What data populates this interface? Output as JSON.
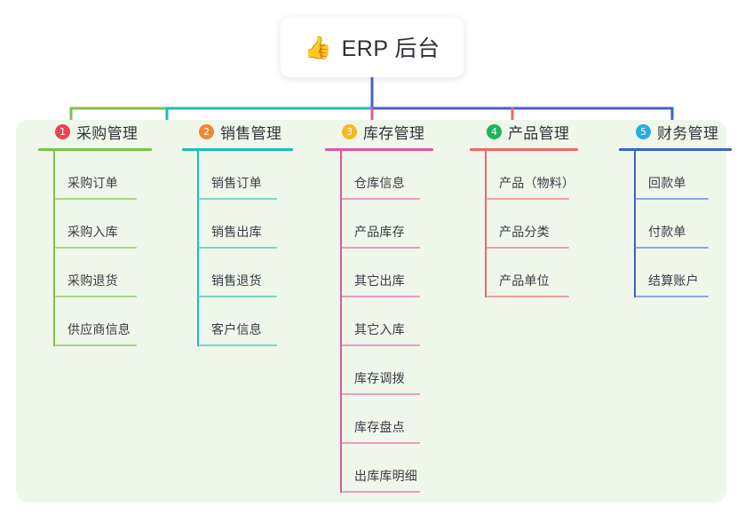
{
  "diagram": {
    "type": "org-tree",
    "root": {
      "icon": "thumbs-up-emoji",
      "icon_glyph": "👍",
      "label": "ERP 后台"
    },
    "panel_background": "#eef7e9",
    "connector_segments": [
      {
        "name": "trunk",
        "color": "#4a5fc1"
      },
      {
        "name": "left-green",
        "color": "#7cc34a"
      },
      {
        "name": "mid-teal",
        "color": "#19bfb8"
      },
      {
        "name": "right-indigo",
        "color": "#4a5fc1"
      }
    ],
    "branches": [
      {
        "number": "1",
        "title": "采购管理",
        "badge_color": "#ec4356",
        "line_color": "#7cc34a",
        "leaf_color": "#a8d586",
        "items": [
          "采购订单",
          "采购入库",
          "采购退货",
          "供应商信息"
        ]
      },
      {
        "number": "2",
        "title": "销售管理",
        "badge_color": "#f08731",
        "line_color": "#19bfb8",
        "leaf_color": "#7ed3cd",
        "items": [
          "销售订单",
          "销售出库",
          "销售退货",
          "客户信息"
        ]
      },
      {
        "number": "3",
        "title": "库存管理",
        "badge_color": "#f5b921",
        "line_color": "#e3569f",
        "leaf_color": "#eb9bc4",
        "items": [
          "仓库信息",
          "产品库存",
          "其它出库",
          "其它入库",
          "库存调拨",
          "库存盘点",
          "出库库明细"
        ]
      },
      {
        "number": "4",
        "title": "产品管理",
        "badge_color": "#1bb55c",
        "line_color": "#f4656a",
        "leaf_color": "#f59fa2",
        "items": [
          "产品（物料）",
          "产品分类",
          "产品单位"
        ]
      },
      {
        "number": "5",
        "title": "财务管理",
        "badge_color": "#28ade0",
        "line_color": "#3b63c4",
        "leaf_color": "#8fa8e0",
        "items": [
          "回款单",
          "付款单",
          "结算账户"
        ]
      }
    ]
  }
}
